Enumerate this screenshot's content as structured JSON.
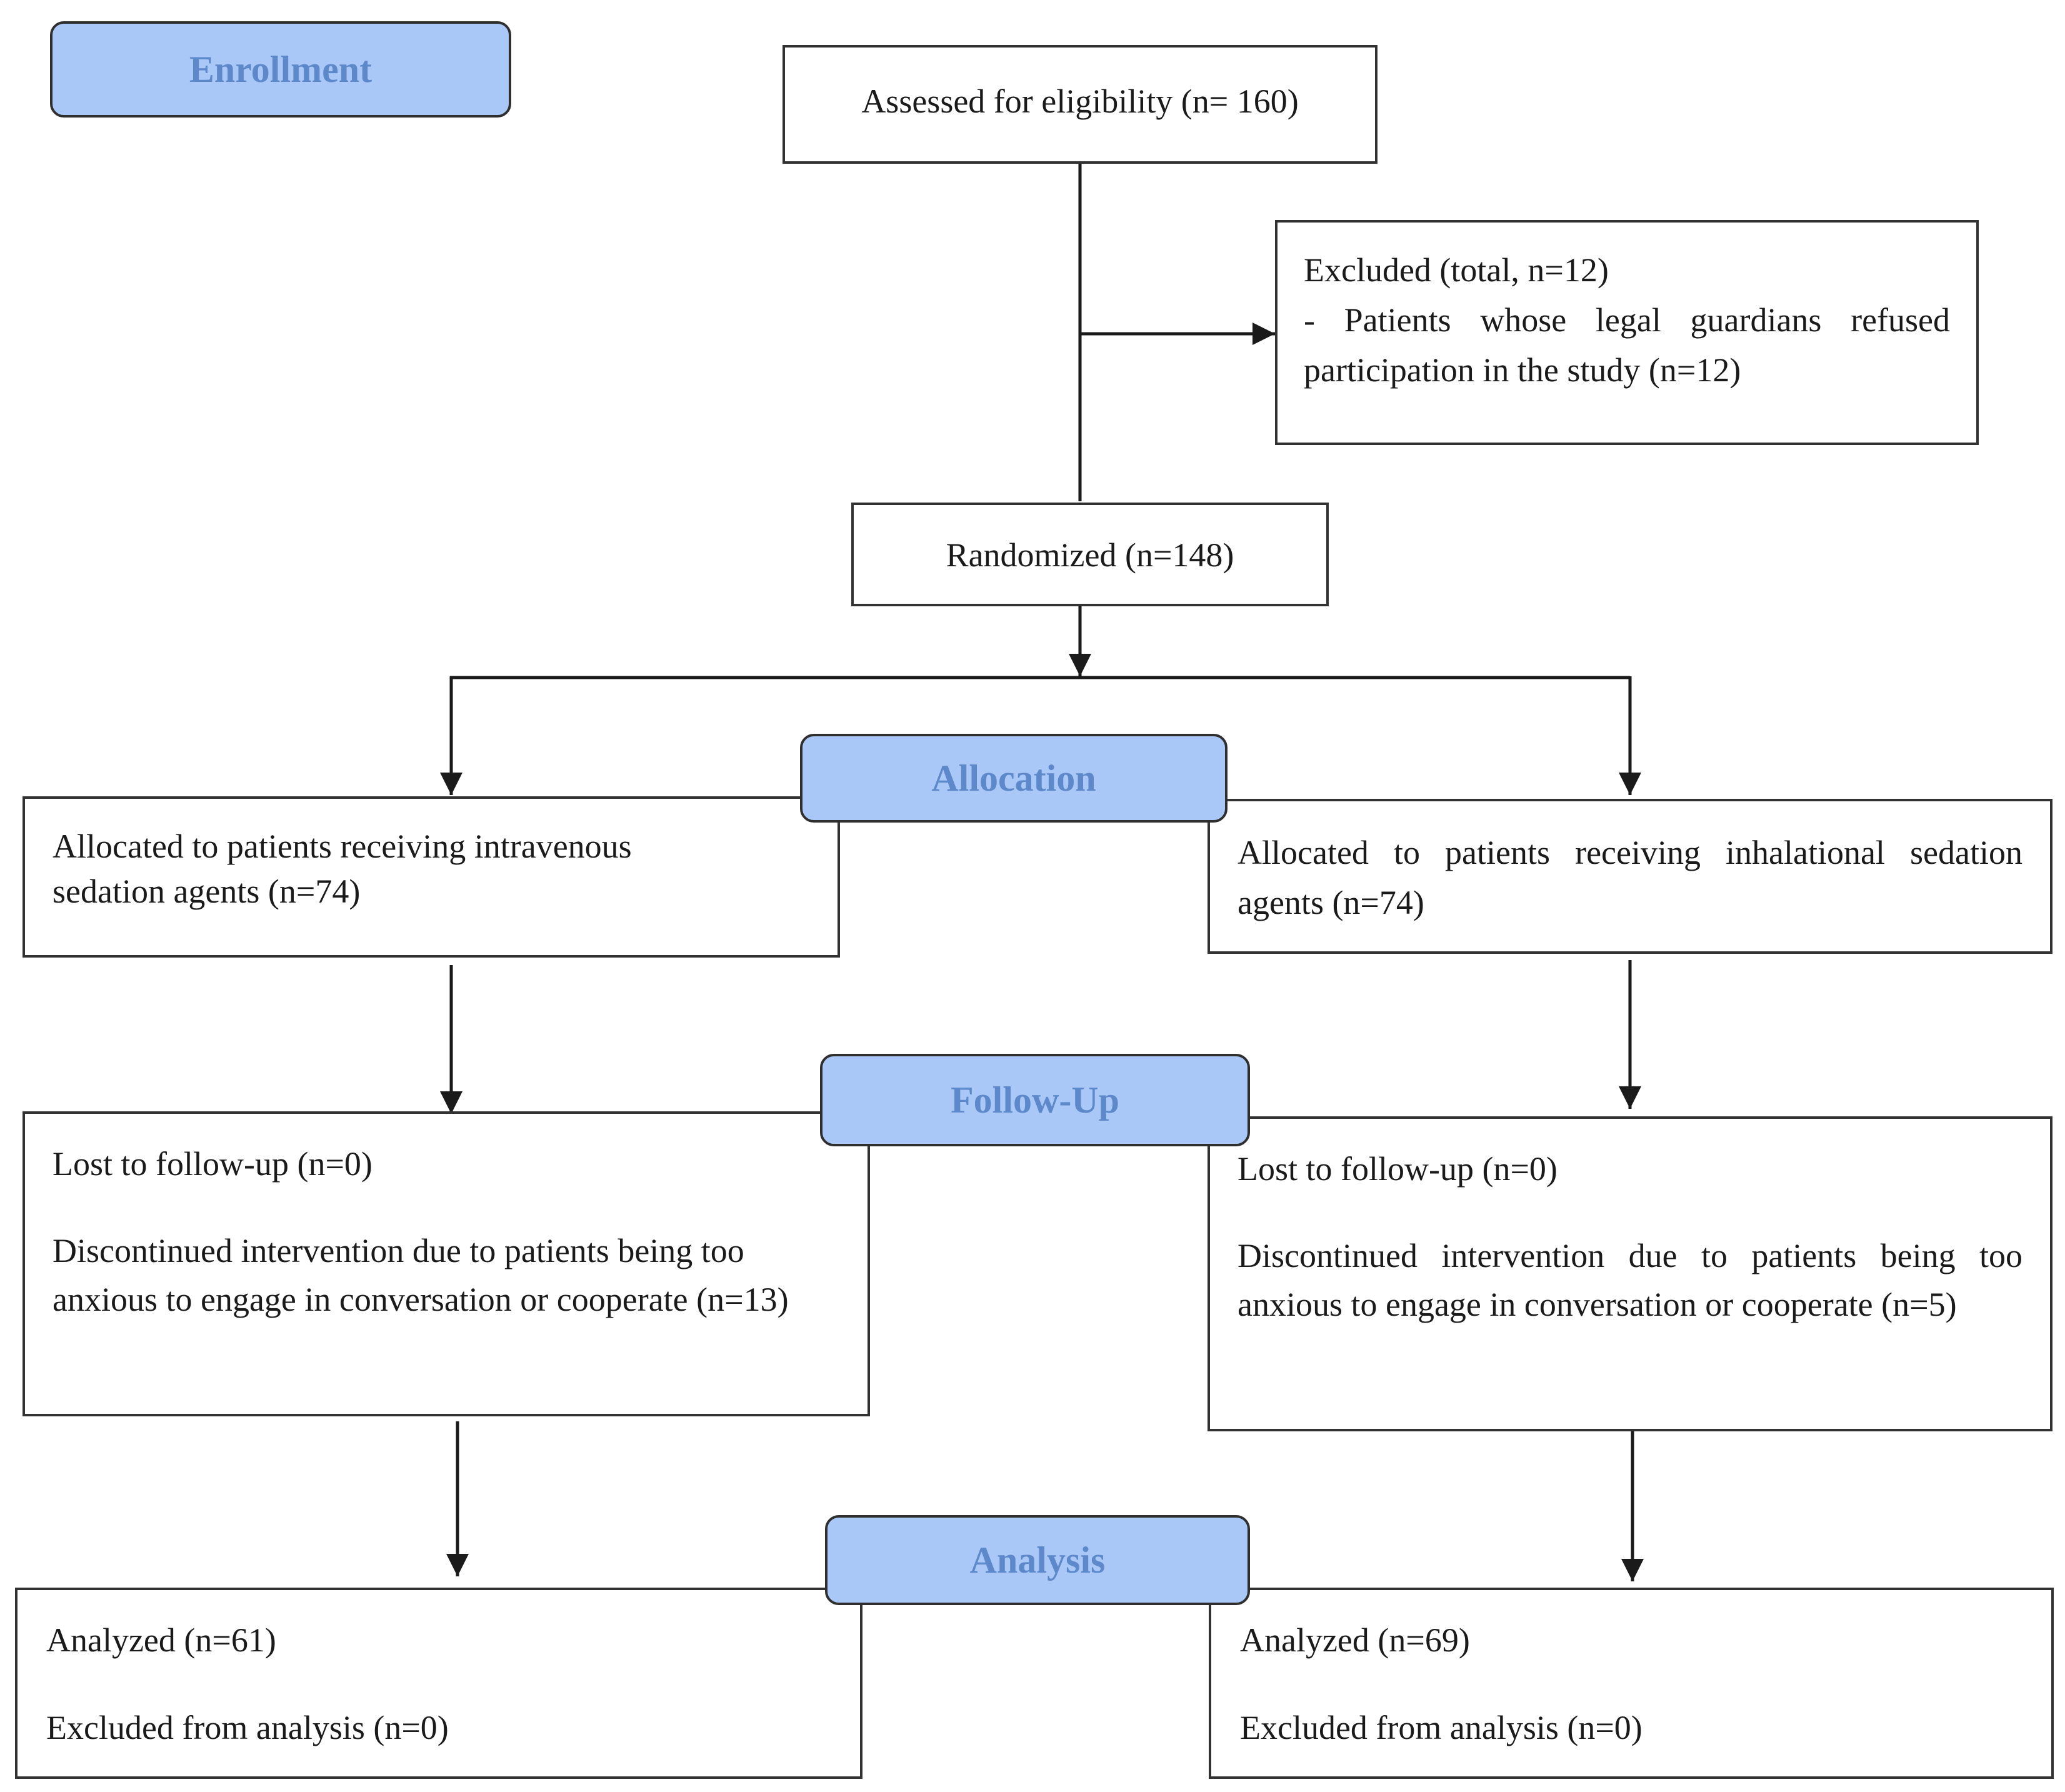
{
  "stages": {
    "enrollment": "Enrollment",
    "allocation": "Allocation",
    "follow_up": "Follow-Up",
    "analysis": "Analysis"
  },
  "enrollment": {
    "assessed": "Assessed for eligibility (n= 160)",
    "excluded_title": "Excluded (total, n=12)",
    "excluded_reason": "- Patients whose legal guardians refused participation in the study (n=12)",
    "randomized": "Randomized (n=148)"
  },
  "allocation": {
    "left": "Allocated to patients receiving intravenous sedation agents (n=74)",
    "right": "Allocated to patients receiving inhalational sedation agents (n=74)"
  },
  "follow_up": {
    "left_lost": "Lost to follow-up (n=0)",
    "left_discontinued": "Discontinued intervention due to patients being too anxious to engage in conversation or cooperate (n=13)",
    "right_lost": "Lost to follow-up (n=0)",
    "right_discontinued": "Discontinued intervention due to patients being too anxious to engage in conversation or cooperate (n=5)"
  },
  "analysis": {
    "left_analyzed": "Analyzed (n=61)",
    "left_excluded": "Excluded from analysis (n=0)",
    "right_analyzed": "Analyzed (n=69)",
    "right_excluded": "Excluded from analysis (n=0)"
  },
  "colors": {
    "stage_fill": "#a9c8f7",
    "stage_text": "#5d88c9",
    "line": "#1a1a1a"
  }
}
